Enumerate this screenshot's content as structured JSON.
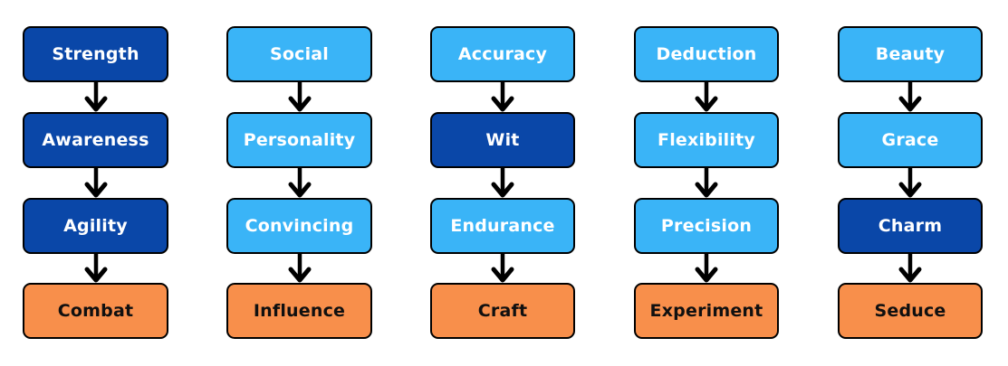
{
  "colors": {
    "dark": "#0a47a8",
    "light": "#3ab4f7",
    "orange": "#f88f4b",
    "arrow": "#000000"
  },
  "columns": [
    {
      "id": "combat",
      "nodes": [
        {
          "label": "Strength",
          "style": "dark"
        },
        {
          "label": "Awareness",
          "style": "dark"
        },
        {
          "label": "Agility",
          "style": "dark"
        },
        {
          "label": "Combat",
          "style": "orange"
        }
      ]
    },
    {
      "id": "influence",
      "nodes": [
        {
          "label": "Social",
          "style": "light"
        },
        {
          "label": "Personality",
          "style": "light"
        },
        {
          "label": "Convincing",
          "style": "light"
        },
        {
          "label": "Influence",
          "style": "orange"
        }
      ]
    },
    {
      "id": "craft",
      "nodes": [
        {
          "label": "Accuracy",
          "style": "light"
        },
        {
          "label": "Wit",
          "style": "dark"
        },
        {
          "label": "Endurance",
          "style": "light"
        },
        {
          "label": "Craft",
          "style": "orange"
        }
      ]
    },
    {
      "id": "experiment",
      "nodes": [
        {
          "label": "Deduction",
          "style": "light"
        },
        {
          "label": "Flexibility",
          "style": "light"
        },
        {
          "label": "Precision",
          "style": "light"
        },
        {
          "label": "Experiment",
          "style": "orange"
        }
      ]
    },
    {
      "id": "seduce",
      "nodes": [
        {
          "label": "Beauty",
          "style": "light"
        },
        {
          "label": "Grace",
          "style": "light"
        },
        {
          "label": "Charm",
          "style": "dark"
        },
        {
          "label": "Seduce",
          "style": "orange"
        }
      ]
    }
  ]
}
